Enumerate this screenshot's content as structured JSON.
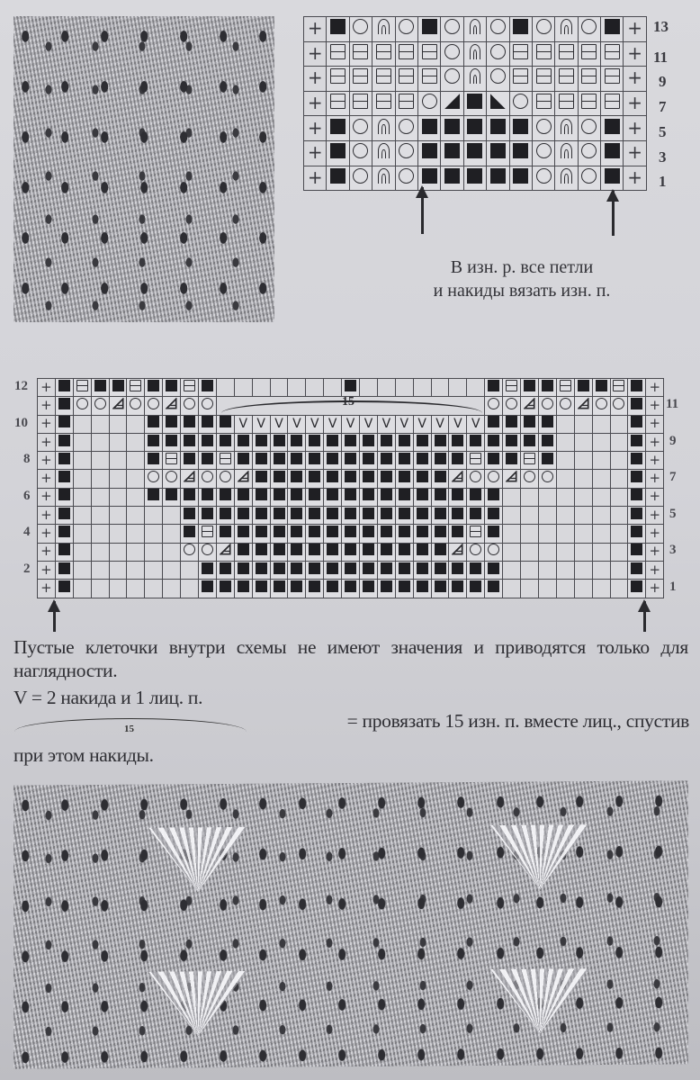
{
  "photos": {
    "top": {
      "label": "knit-sample-photo-1"
    },
    "bottom": {
      "label": "knit-sample-photo-2"
    }
  },
  "chart1": {
    "row_numbers": [
      "13",
      "11",
      "9",
      "7",
      "5",
      "3",
      "1"
    ],
    "legend_symbols": {
      "+": "edge stitch",
      "K": "knit",
      "O": "yarn over",
      "B": "purl",
      "A": "arch",
      "L": "left decrease",
      "R": "right decrease"
    },
    "rows": [
      [
        "+",
        "K",
        "O",
        "A",
        "O",
        "K",
        "O",
        "A",
        "O",
        "K",
        "O",
        "A",
        "O",
        "K",
        "+"
      ],
      [
        "+",
        "B",
        "B",
        "B",
        "B",
        "B",
        "O",
        "A",
        "O",
        "B",
        "B",
        "B",
        "B",
        "B",
        "+"
      ],
      [
        "+",
        "B",
        "B",
        "B",
        "B",
        "B",
        "O",
        "A",
        "O",
        "B",
        "B",
        "B",
        "B",
        "B",
        "+"
      ],
      [
        "+",
        "B",
        "B",
        "B",
        "B",
        "O",
        "L",
        "K",
        "R",
        "O",
        "B",
        "B",
        "B",
        "B",
        "+"
      ],
      [
        "+",
        "K",
        "O",
        "A",
        "O",
        "K",
        "K",
        "K",
        "K",
        "K",
        "O",
        "A",
        "O",
        "K",
        "+"
      ],
      [
        "+",
        "K",
        "O",
        "A",
        "O",
        "K",
        "K",
        "K",
        "K",
        "K",
        "O",
        "A",
        "O",
        "K",
        "+"
      ],
      [
        "+",
        "K",
        "O",
        "A",
        "O",
        "K",
        "K",
        "K",
        "K",
        "K",
        "O",
        "A",
        "O",
        "K",
        "+"
      ]
    ],
    "note_line1": "В изн. р. все петли",
    "note_line2": "и накиды вязать изн. п."
  },
  "chart2": {
    "left_row_numbers": [
      "12",
      "10",
      "8",
      "6",
      "4",
      "2"
    ],
    "right_row_numbers": [
      "11",
      "9",
      "7",
      "5",
      "3",
      "1"
    ],
    "arc_label": "15",
    "rows": [
      "+KBKKBKKBK.......K.......KBKKBKKBK+",
      "+KOOTOOTOO~~~~~~~~~~~~~~~OOTOOTOOK+",
      "+K....KKKKKVVVVVVVVVVVVVVKKKK....K+",
      "+K....KKKKKKKKKKKKKKKKKKKKKKK....K+",
      "+K....KBKKBKKKKKKKKKKKKKBKKBK....K+",
      "+K....OOTOOTKKKKKKKKKKKTOOTOO....K+",
      "+K....KKKKKKKKKKKKKKKKKKKK.......K+",
      "+K......KKKKKKKKKKKKKKKKKK.......K+",
      "+K......KBKKKKKKKKKKKKKKBK.......K+",
      "+K......OOTKKKKKKKKKKKKTOO.......K+",
      "+K.......KKKKKKKKKKKKKKKKK.......K+",
      "+K.......KKKKKKKKKKKKKKKKK.......K+"
    ]
  },
  "text": {
    "para1": "Пустые клеточки внутри схемы не имеют значения и приводятся только для наглядности.",
    "para2": "V = 2 накида и 1 лиц. п.",
    "arc_legend_number": "15",
    "para3": "= провязать 15 изн. п. вместе лиц., спустив",
    "para4": "при этом накиды."
  }
}
